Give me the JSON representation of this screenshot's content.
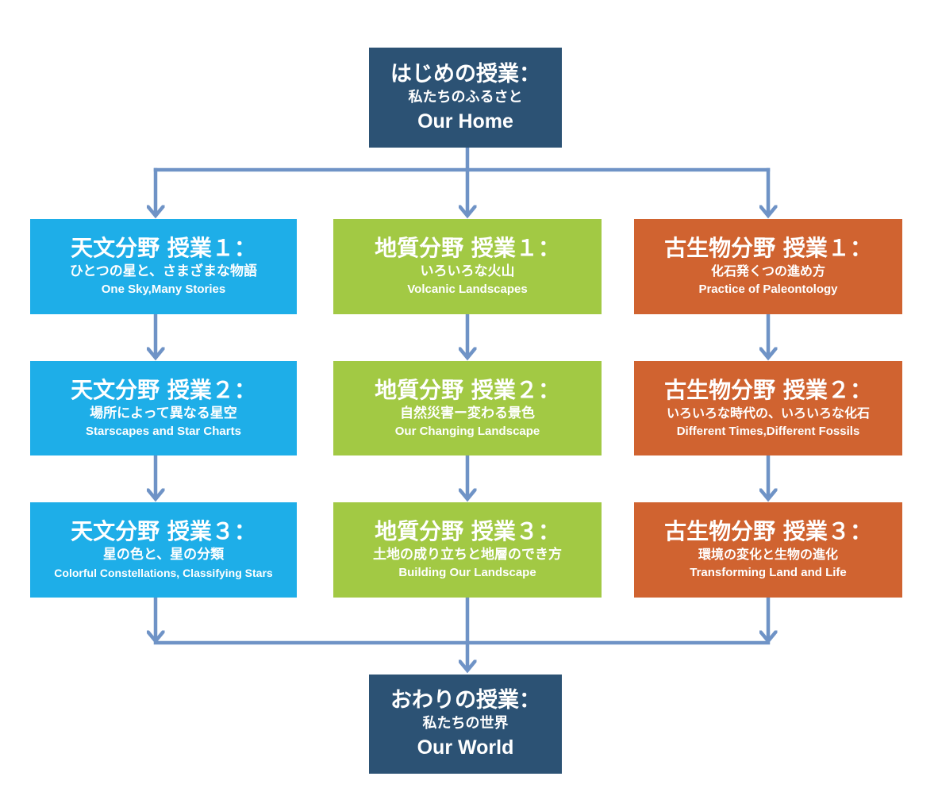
{
  "top": {
    "title": "はじめの授業：",
    "subtitle": "私たちのふるさと",
    "english": "Our Home"
  },
  "columns": [
    {
      "lessons": [
        {
          "title": "天文分野 授業１：",
          "subtitle": "ひとつの星と、さまざまな物語",
          "english": "One Sky,Many Stories"
        },
        {
          "title": "天文分野 授業２：",
          "subtitle": "場所によって異なる星空",
          "english": "Starscapes and Star Charts"
        },
        {
          "title": "天文分野 授業３：",
          "subtitle": "星の色と、星の分類",
          "english": "Colorful Constellations, Classifying Stars"
        }
      ]
    },
    {
      "lessons": [
        {
          "title": "地質分野 授業１：",
          "subtitle": "いろいろな火山",
          "english": "Volcanic Landscapes"
        },
        {
          "title": "地質分野 授業２：",
          "subtitle": "自然災害ー変わる景色",
          "english": "Our Changing Landscape"
        },
        {
          "title": "地質分野 授業３：",
          "subtitle": "土地の成り立ちと地層のでき方",
          "english": "Building Our Landscape"
        }
      ]
    },
    {
      "lessons": [
        {
          "title": "古生物分野 授業１：",
          "subtitle": "化石発くつの進め方",
          "english": "Practice of Paleontology"
        },
        {
          "title": "古生物分野 授業２：",
          "subtitle": "いろいろな時代の、いろいろな化石",
          "english": "Different Times,Different Fossils"
        },
        {
          "title": "古生物分野 授業３：",
          "subtitle": "環境の変化と生物の進化",
          "english": "Transforming Land and Life"
        }
      ]
    }
  ],
  "bottom": {
    "title": "おわりの授業：",
    "subtitle": "私たちの世界",
    "english": "Our World"
  },
  "colors": {
    "dark": "#2c5274",
    "astronomy": "#1eaee8",
    "geology": "#a2c944",
    "paleontology": "#d06330",
    "connector": "#6f93c6"
  }
}
